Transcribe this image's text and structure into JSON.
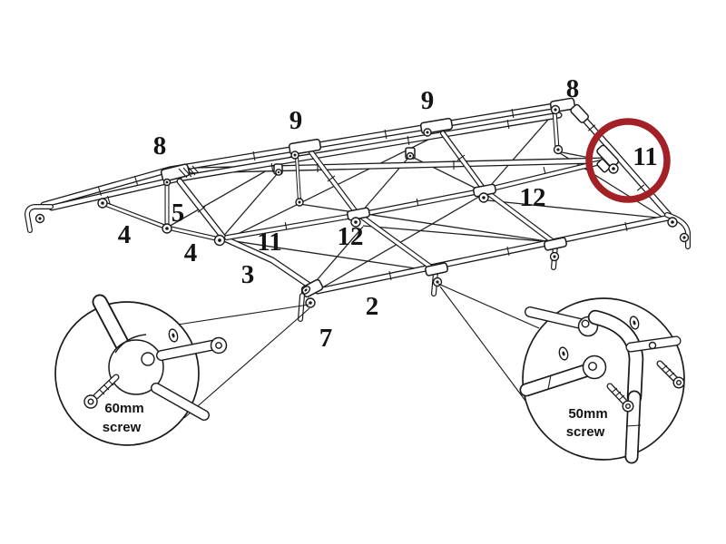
{
  "diagram": {
    "background_color": "#ffffff",
    "line_color": "#1b1b1b",
    "highlight_color": "#a32026",
    "part_labels": [
      {
        "id": "8-left",
        "text": "8"
      },
      {
        "id": "9-left",
        "text": "9"
      },
      {
        "id": "9-right",
        "text": "9"
      },
      {
        "id": "8-right",
        "text": "8"
      },
      {
        "id": "11-circled",
        "text": "11"
      },
      {
        "id": "12-right",
        "text": "12"
      },
      {
        "id": "5",
        "text": "5"
      },
      {
        "id": "4-upper",
        "text": "4"
      },
      {
        "id": "4-lower",
        "text": "4"
      },
      {
        "id": "11-mid",
        "text": "11"
      },
      {
        "id": "12-mid",
        "text": "12"
      },
      {
        "id": "3",
        "text": "3"
      },
      {
        "id": "2",
        "text": "2"
      },
      {
        "id": "7",
        "text": "7"
      }
    ],
    "highlight": {
      "part": "11"
    },
    "callouts": [
      {
        "id": "left-detail",
        "size": "60mm",
        "item": "screw"
      },
      {
        "id": "right-detail",
        "size": "50mm",
        "item": "screw"
      }
    ]
  }
}
